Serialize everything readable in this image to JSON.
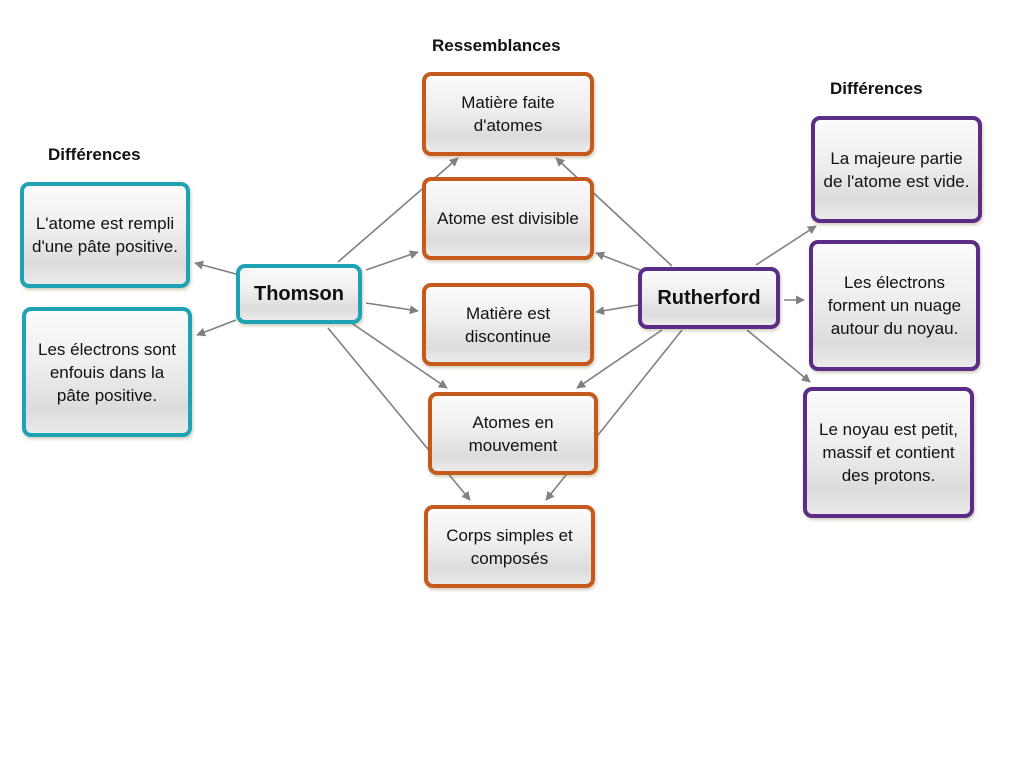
{
  "headings": {
    "left": "Différences",
    "center": "Ressemblances",
    "right": "Différences"
  },
  "colors": {
    "thomson": "#1ea3b5",
    "common": "#c55a1c",
    "rutherford": "#5b2d87",
    "arrow": "#808080"
  },
  "thomson": {
    "label": "Thomson",
    "differences": [
      "L'atome est rempli d'une pâte positive.",
      "Les électrons sont enfouis dans la pâte positive."
    ]
  },
  "rutherford": {
    "label": "Rutherford",
    "differences": [
      "La majeure partie de l'atome est vide.",
      "Les électrons forment un nuage autour du noyau.",
      "Le noyau est petit, massif et contient des protons."
    ]
  },
  "similarities": [
    "Matière faite d'atomes",
    "Atome est divisible",
    "Matière est discontinue",
    "Atomes en mouvement",
    "Corps simples et composés"
  ],
  "edges": [
    {
      "from": "thomson",
      "to": "thomson-diff-1"
    },
    {
      "from": "thomson",
      "to": "thomson-diff-2"
    },
    {
      "from": "thomson",
      "to": "sim-1"
    },
    {
      "from": "thomson",
      "to": "sim-2"
    },
    {
      "from": "thomson",
      "to": "sim-3"
    },
    {
      "from": "thomson",
      "to": "sim-4"
    },
    {
      "from": "thomson",
      "to": "sim-5"
    },
    {
      "from": "rutherford",
      "to": "sim-1"
    },
    {
      "from": "rutherford",
      "to": "sim-2"
    },
    {
      "from": "rutherford",
      "to": "sim-3"
    },
    {
      "from": "rutherford",
      "to": "sim-4"
    },
    {
      "from": "rutherford",
      "to": "sim-5"
    },
    {
      "from": "rutherford",
      "to": "rutherford-diff-1"
    },
    {
      "from": "rutherford",
      "to": "rutherford-diff-2"
    },
    {
      "from": "rutherford",
      "to": "rutherford-diff-3"
    }
  ]
}
